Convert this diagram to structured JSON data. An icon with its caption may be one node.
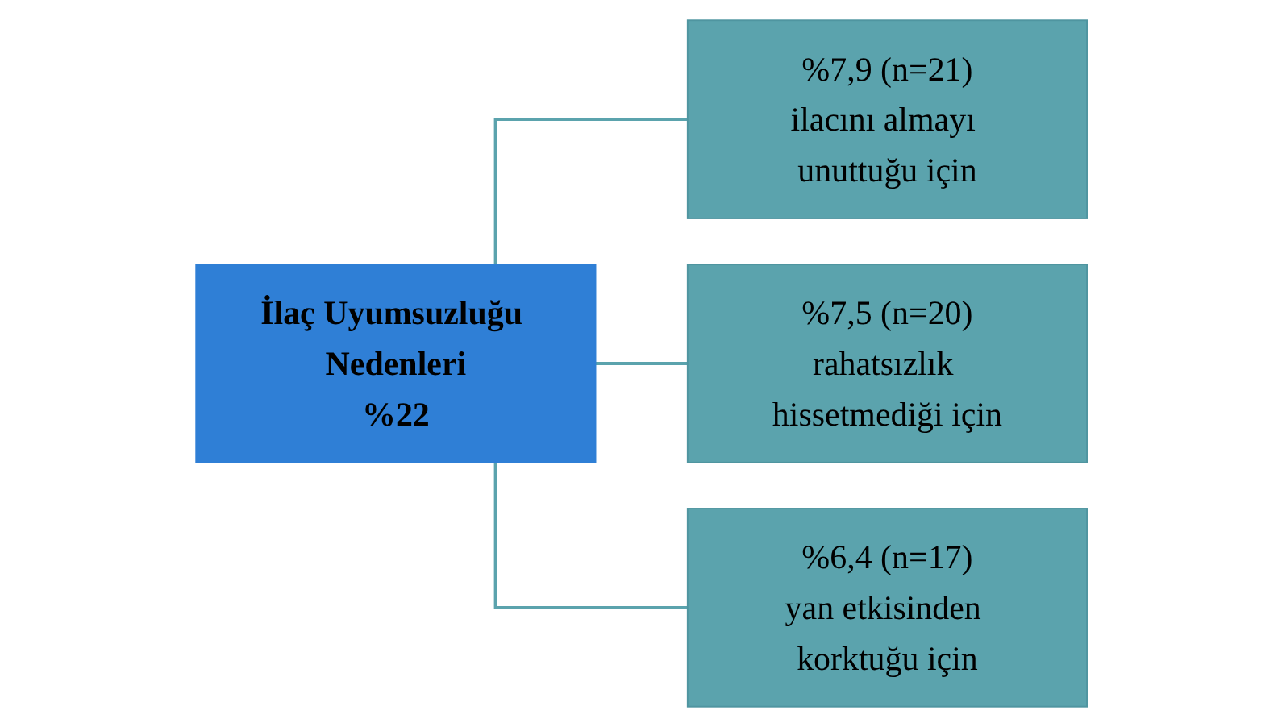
{
  "diagram": {
    "nodes": [
      {
        "text": [
          "İlaç Uyumsuzluğu Nedenleri",
          "%22"
        ]
      },
      {
        "text": [
          "%7,9 (n=21)",
          "ilacını almayı unuttuğu için"
        ]
      },
      {
        "text": [
          "%7,5 (n=20)",
          "rahatsızlık hissetmediği için"
        ]
      },
      {
        "text": [
          "%6,4 (n=17)",
          "yan etkisinden korktuğu için"
        ]
      }
    ],
    "edges": [
      {
        "from": 0,
        "to": 1,
        "arrow": "none"
      },
      {
        "from": 0,
        "to": 2,
        "arrow": "none"
      },
      {
        "from": 0,
        "to": 3,
        "arrow": "none"
      }
    ]
  }
}
